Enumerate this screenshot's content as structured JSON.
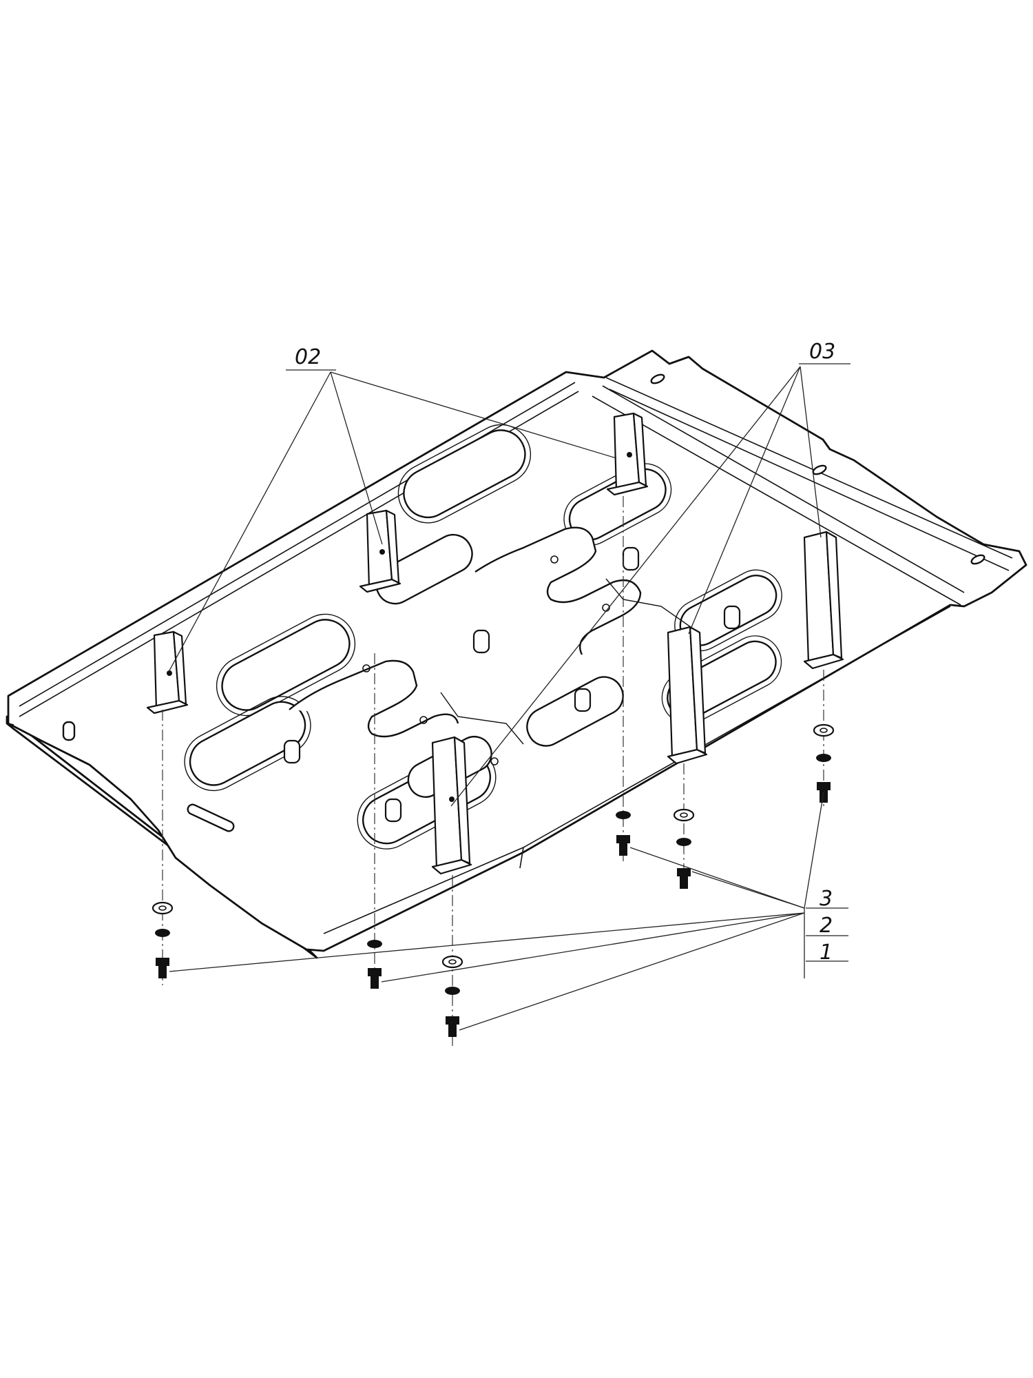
{
  "labels": {
    "bracket_group_a": "02",
    "bracket_group_b": "03",
    "part_1": "1",
    "part_2": "2",
    "part_3": "3"
  },
  "colors": {
    "line": "#111111",
    "background": "#ffffff"
  }
}
